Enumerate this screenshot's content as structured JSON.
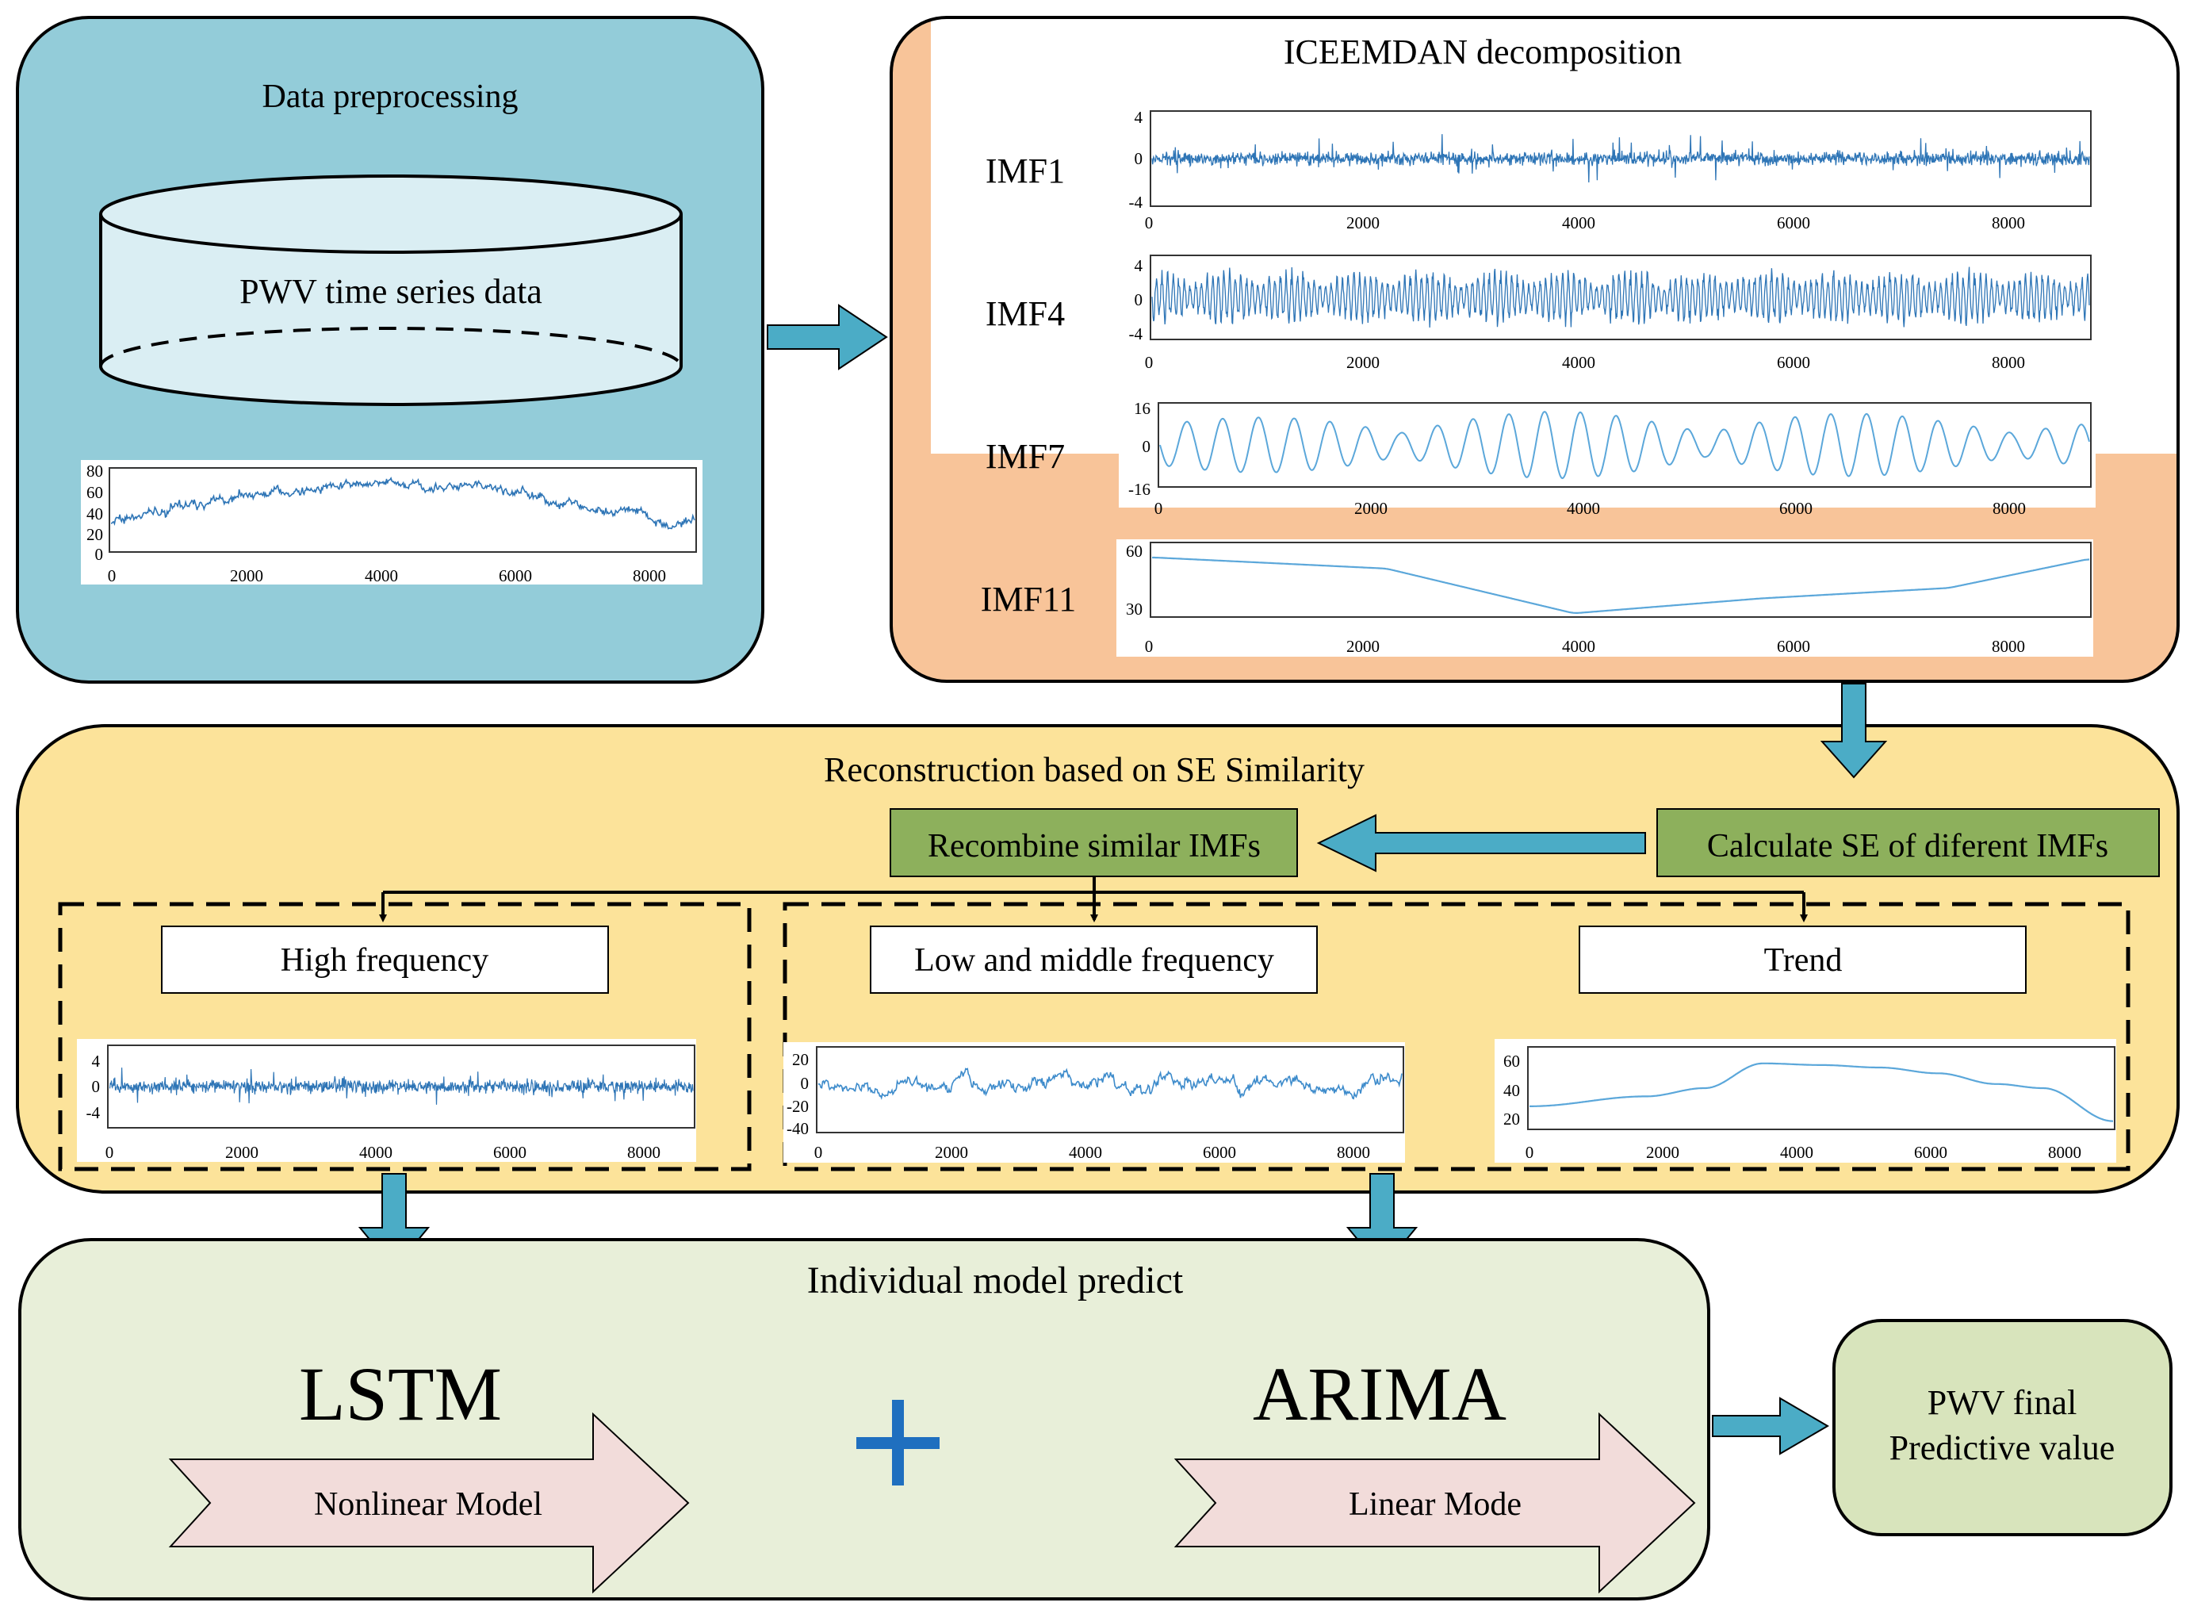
{
  "colors": {
    "preprocess_panel": "#93CCD9",
    "decomposition_accent": "#F8C499",
    "reconstruction_panel": "#FCE39A",
    "green_box": "#8DB05C",
    "predict_panel": "#E8EFD9",
    "final_panel": "#D8E4BC",
    "model_arrow": "#F2DCDA",
    "flow_arrow": "#4BACC6",
    "signal_line": "#2E75B6",
    "plus_sign": "#1F6FBF"
  },
  "preprocessing": {
    "title": "Data preprocessing",
    "cylinder_label": "PWV time series data",
    "plot": {
      "y_ticks": [
        "80",
        "60",
        "40",
        "20",
        "0"
      ],
      "x_ticks": [
        "0",
        "2000",
        "4000",
        "6000",
        "8000"
      ]
    }
  },
  "decomposition": {
    "title": "ICEEMDAN decomposition",
    "imfs": [
      {
        "label": "IMF1",
        "y_ticks": [
          "4",
          "0",
          "-4"
        ],
        "x_ticks": [
          "0",
          "2000",
          "4000",
          "6000",
          "8000"
        ]
      },
      {
        "label": "IMF4",
        "y_ticks": [
          "4",
          "0",
          "-4"
        ],
        "x_ticks": [
          "0",
          "2000",
          "4000",
          "6000",
          "8000"
        ]
      },
      {
        "label": "IMF7",
        "y_ticks": [
          "16",
          "0",
          "-16"
        ],
        "x_ticks": [
          "0",
          "2000",
          "4000",
          "6000",
          "8000"
        ]
      },
      {
        "label": "IMF11",
        "y_ticks": [
          "60",
          "30"
        ],
        "x_ticks": [
          "0",
          "2000",
          "4000",
          "6000",
          "8000"
        ]
      }
    ]
  },
  "reconstruction": {
    "title": "Reconstruction based on SE Similarity",
    "calculate_label": "Calculate SE of diferent IMFs",
    "recombine_label": "Recombine similar IMFs",
    "components": [
      {
        "label": "High frequency",
        "y_ticks": [
          "4",
          "0",
          "-4"
        ],
        "x_ticks": [
          "0",
          "2000",
          "4000",
          "6000",
          "8000"
        ]
      },
      {
        "label": "Low and middle frequency",
        "y_ticks": [
          "20",
          "0",
          "-20",
          "-40"
        ],
        "x_ticks": [
          "0",
          "2000",
          "4000",
          "6000",
          "8000"
        ]
      },
      {
        "label": "Trend",
        "y_ticks": [
          "60",
          "40",
          "20"
        ],
        "x_ticks": [
          "0",
          "2000",
          "4000",
          "6000",
          "8000"
        ]
      }
    ]
  },
  "prediction": {
    "title": "Individual model predict",
    "lstm": {
      "name": "LSTM",
      "type": "Nonlinear Model"
    },
    "plus": "+",
    "arima": {
      "name": "ARIMA",
      "type": "Linear Mode"
    }
  },
  "final": {
    "line1": "PWV final",
    "line2": "Predictive value"
  }
}
